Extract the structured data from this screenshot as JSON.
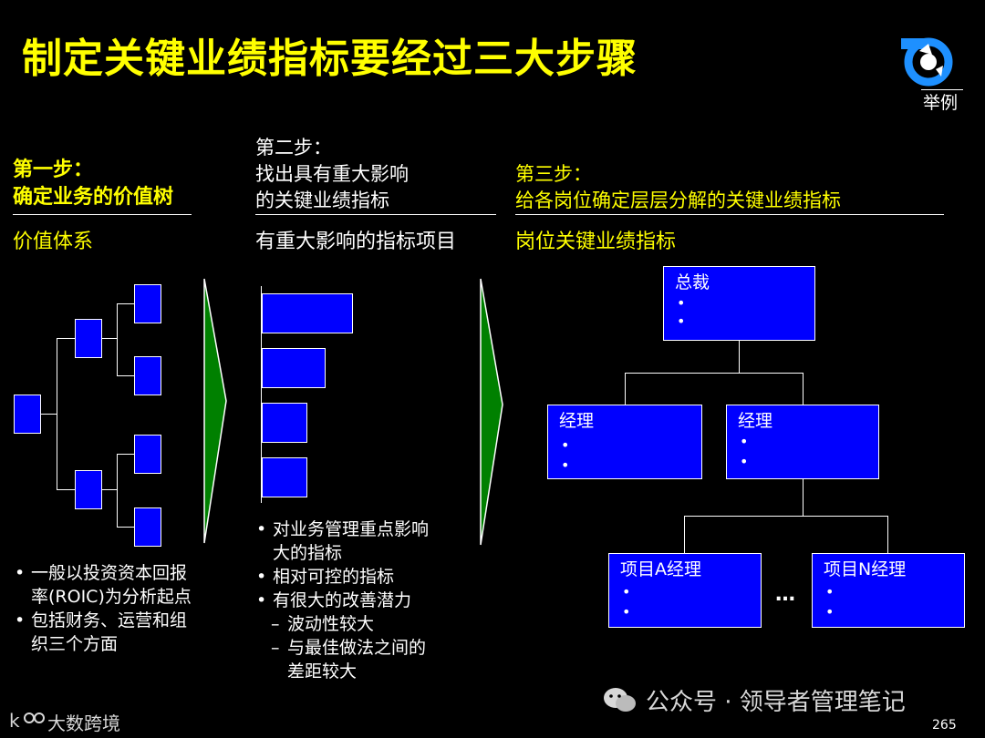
{
  "title": "制定关键业绩指标要经过三大步骤",
  "tag": "举例",
  "step1": {
    "heading_line1": "第一步：",
    "heading_line2": "确定业务的价值树",
    "subtitle": "价值体系",
    "bullets": [
      {
        "lines": [
          "一般以投资资本回报",
          "率(ROIC)为分析起点"
        ]
      },
      {
        "lines": [
          "包括财务、运营和组",
          "织三个方面"
        ]
      }
    ]
  },
  "step2": {
    "heading_line1": "第二步：",
    "heading_line2": "找出具有重大影响",
    "heading_line3": "的关键业绩指标",
    "subtitle": "有重大影响的指标项目",
    "bar_values": [
      1.0,
      0.7,
      0.5,
      0.5
    ],
    "bullets": [
      {
        "lines": [
          "对业务管理重点影响",
          "大的指标"
        ]
      },
      {
        "lines": [
          "相对可控的指标"
        ]
      },
      {
        "lines": [
          "有很大的改善潜力"
        ]
      }
    ],
    "dashes": [
      {
        "lines": [
          "波动性较大"
        ]
      },
      {
        "lines": [
          "与最佳做法之间的",
          "差距较大"
        ]
      }
    ]
  },
  "step3": {
    "heading_line1": "第三步：",
    "heading_line2": "给各岗位确定层层分解的关键业绩指标",
    "subtitle": "岗位关键业绩指标",
    "org": {
      "top": "总裁",
      "managers": [
        "经理",
        "经理"
      ],
      "project_managers": [
        "项目A经理",
        "项目N经理"
      ],
      "ellipsis": "…",
      "bullet": "•"
    }
  },
  "watermark": "公众号 · 领导者管理笔记",
  "logo_text": "大数跨境",
  "page_number": "265",
  "colors": {
    "accent": "#ffff00",
    "box": "#0000ff",
    "arrow": "#008000"
  }
}
